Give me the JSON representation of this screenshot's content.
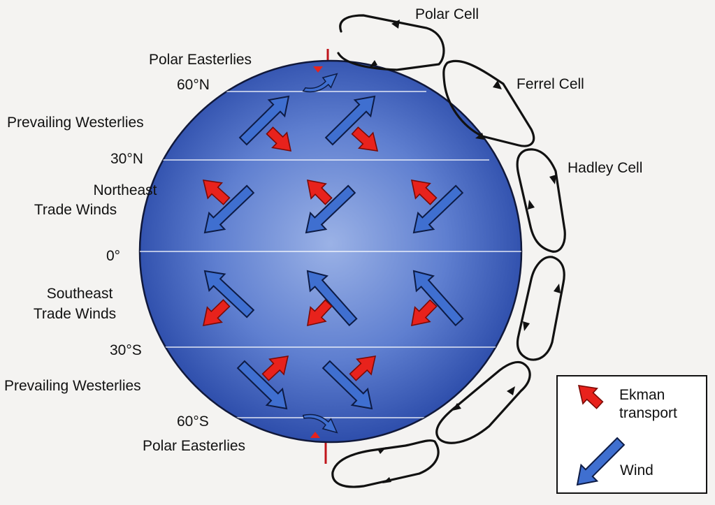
{
  "cells": [
    {
      "id": "polar",
      "label": "Polar Cell"
    },
    {
      "id": "ferrel",
      "label": "Ferrel Cell"
    },
    {
      "id": "hadley",
      "label": "Hadley Cell"
    }
  ],
  "latitudes": {
    "n60": "60°N",
    "n30": "30°N",
    "eq": "0°",
    "s30": "30°S",
    "s60": "60°S"
  },
  "wind_belts": {
    "polar_easterlies_north": "Polar Easterlies",
    "westerlies_north": "Prevailing Westerlies",
    "ne_trades_line1": "Northeast",
    "ne_trades_line2": "Trade Winds",
    "se_trades_line1": "Southeast",
    "se_trades_line2": "Trade Winds",
    "westerlies_south": "Prevailing Westerlies",
    "polar_easterlies_south": "Polar Easterlies"
  },
  "legend": {
    "ekman_line1": "Ekman",
    "ekman_line2": "transport",
    "wind": "Wind"
  },
  "colors": {
    "globe_center": "#8ea6df",
    "globe_edge": "#2748a8",
    "wind_arrow": "#3f6fd0",
    "ekman_arrow": "#e8221c",
    "axis": "#c0141b"
  }
}
